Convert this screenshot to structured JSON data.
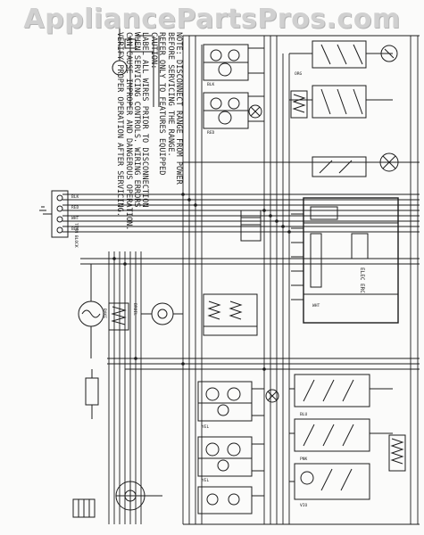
{
  "watermark": "AppliancePartsPros.com",
  "notes": {
    "line1": "NOTE: DISCONNECT RANGE FROM POWER",
    "line2": "BEFORE SERVICING THE RANGE.",
    "line3": "REFER ONLY TO FEATURES EQUIPPED",
    "line4": "CAUTION:",
    "line5": "LABEL ALL WIRES PRIOR TO DISCONNECTION",
    "line6": "WHEN SERVICING CONTROLS. WIRING ERRORS",
    "line7": "CAN CAUSE IMPROPER AND DANGEROUS OPERATION.",
    "line8": "VERIFY PROPER OPERATION AFTER SERVICING."
  },
  "labels": {
    "control": "ELEC ERC",
    "terminal_block": "TERM BLOCK",
    "wire_bk": "BLK",
    "wire_rd": "RED",
    "wire_wh": "WHT",
    "wire_yl": "YEL",
    "wire_org": "ORG",
    "wire_bu": "BLU",
    "wire_pk": "PNK",
    "wire_vio": "VIO",
    "bake": "BAKE",
    "broil": "BROIL"
  }
}
